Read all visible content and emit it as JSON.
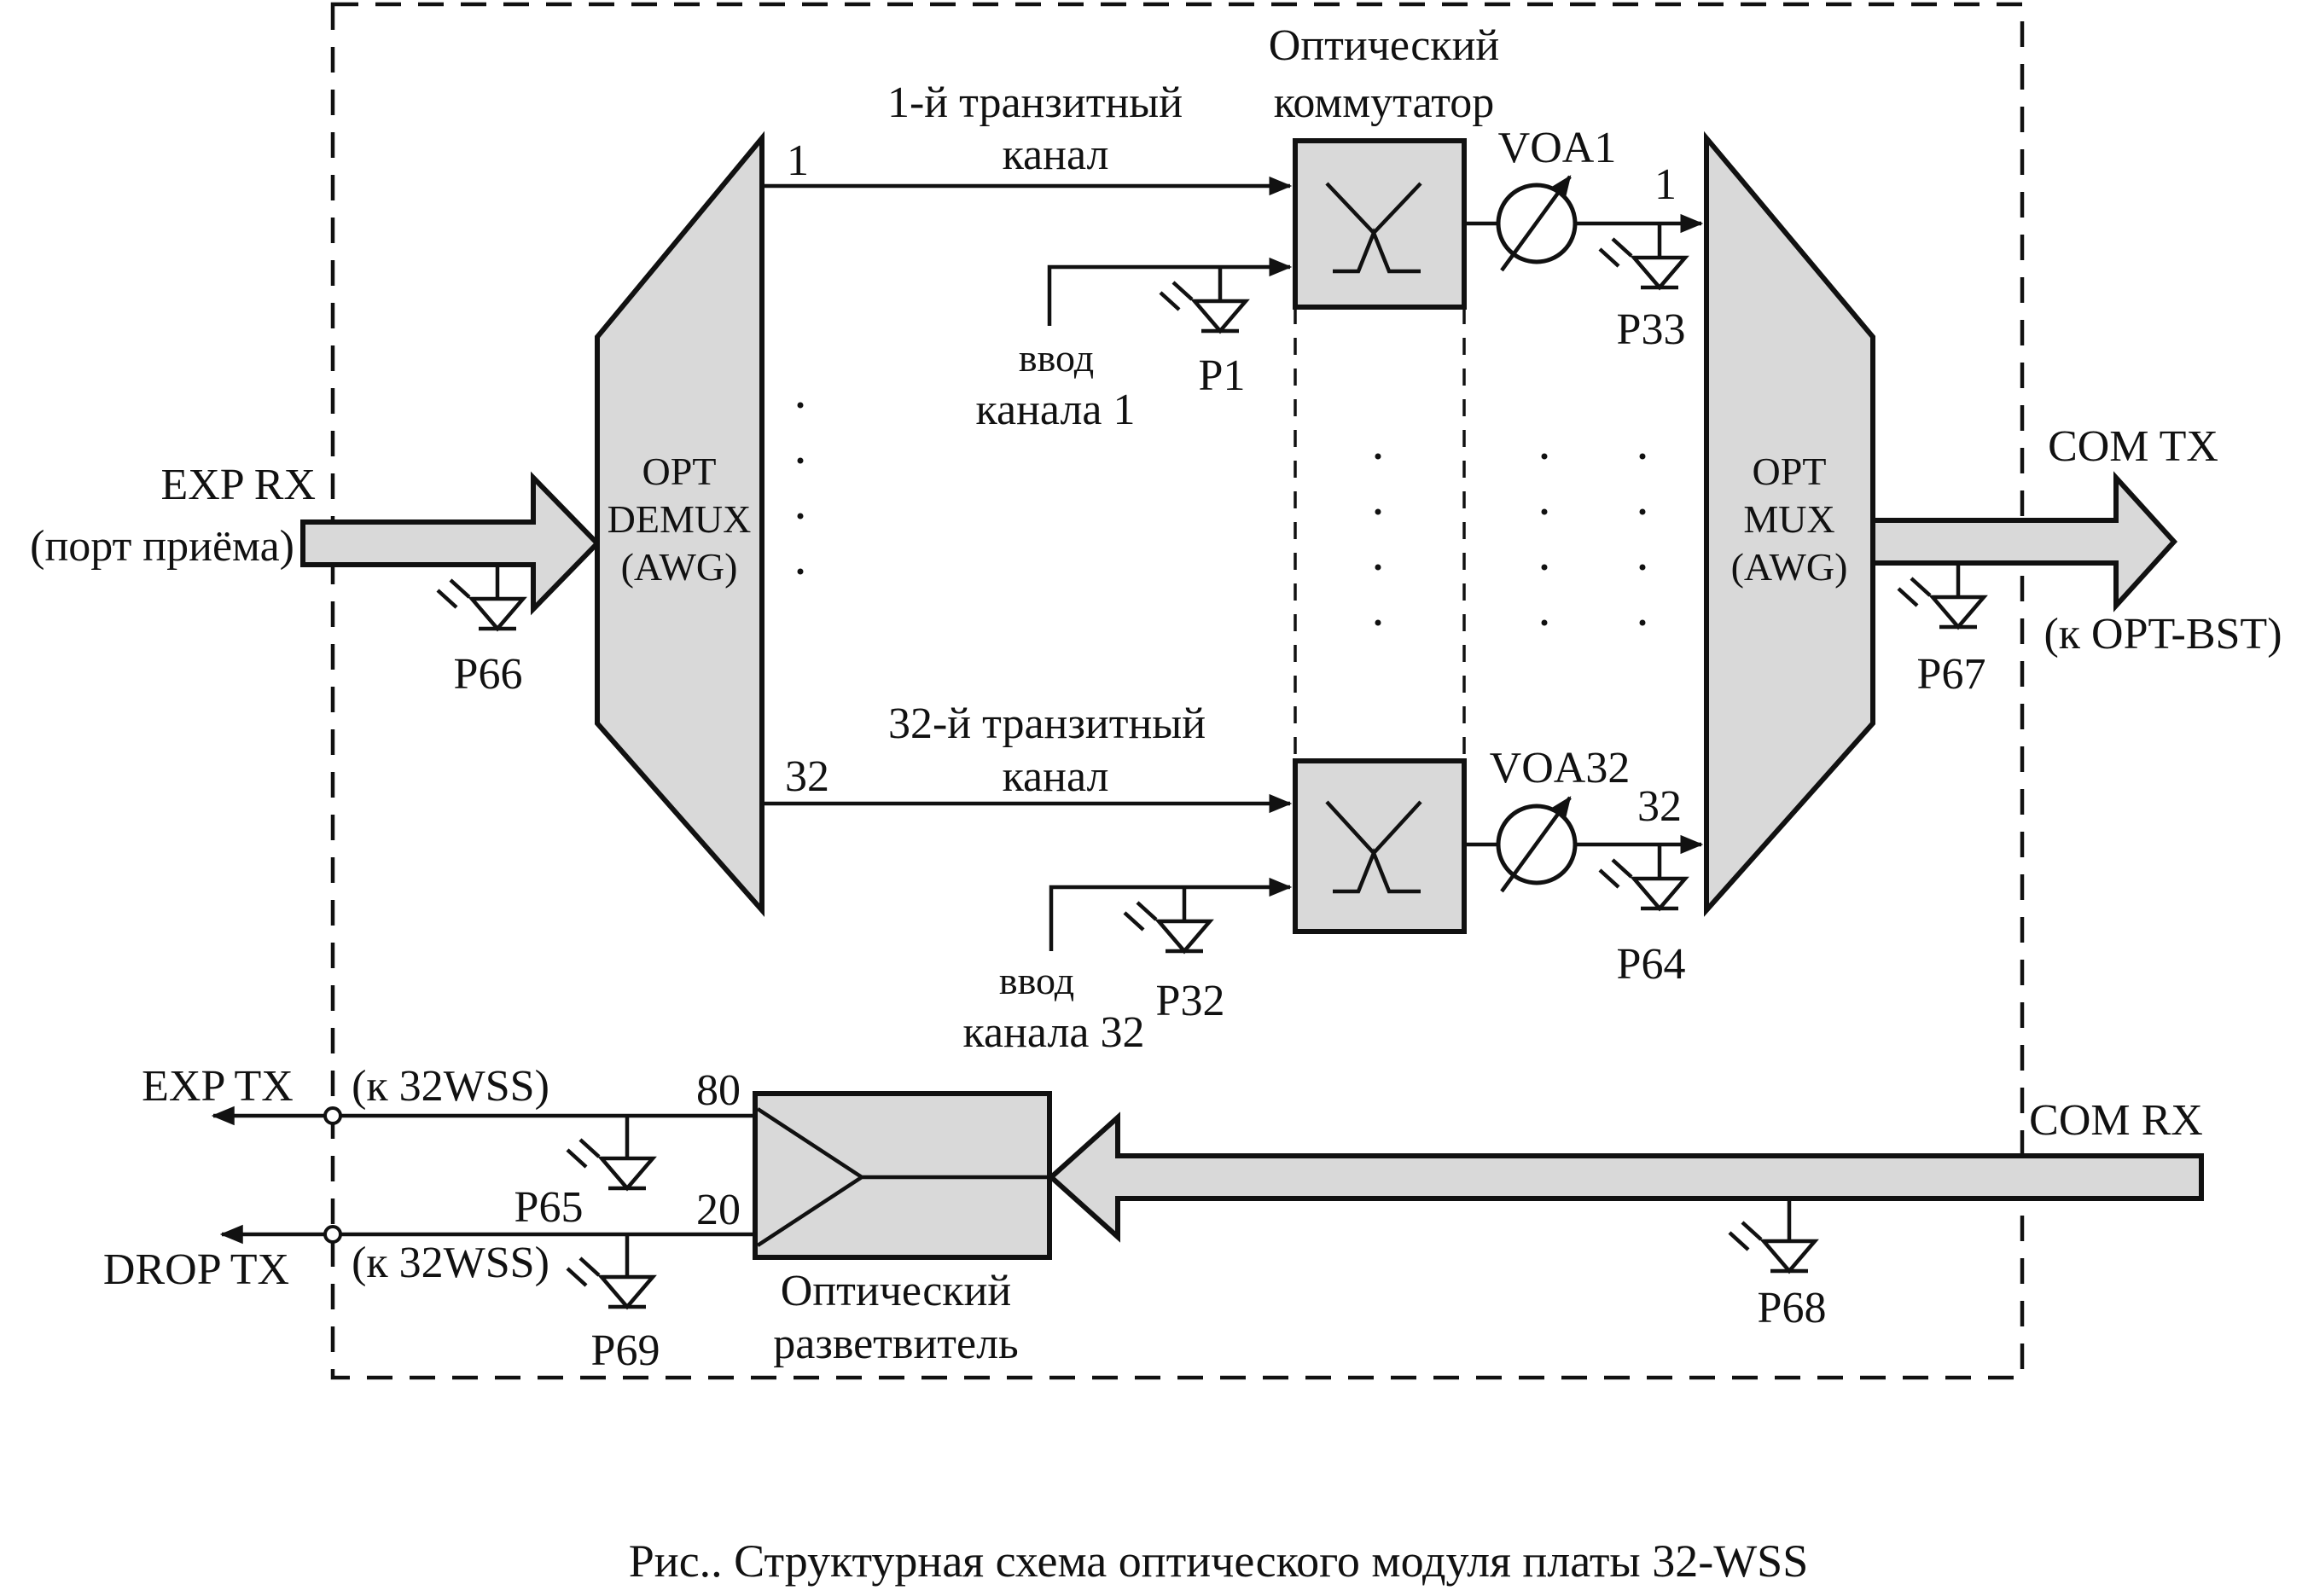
{
  "colors": {
    "block_fill": "#d9d9d9",
    "stroke": "#111111",
    "background": "#ffffff"
  },
  "demux": {
    "line1": "OPT",
    "line2": "DEMUX",
    "line3": "(AWG)"
  },
  "mux": {
    "line1": "OPT",
    "line2": "MUX",
    "line3": "(AWG)"
  },
  "switch_title": {
    "line1": "Оптический",
    "line2": "коммутатор"
  },
  "transit1": {
    "line1": "1-й транзитный",
    "line2": "канал",
    "port_out": "1",
    "port_in": "1"
  },
  "transit32": {
    "line1": "32-й транзитный",
    "line2": "канал",
    "port_out": "32",
    "port_in": "32"
  },
  "voa1": "VOA1",
  "voa32": "VOA32",
  "add1": {
    "line1": "ввод",
    "line2": "канала 1"
  },
  "add32": {
    "line1": "ввод",
    "line2": "канала 32"
  },
  "exp_rx": {
    "line1": "EXP RX",
    "line2": "(порт приёма)"
  },
  "com_tx": {
    "line1": "COM TX",
    "line2": "(к OPT-BST)"
  },
  "com_rx": "COM RX",
  "exp_tx": {
    "label": "EXP TX",
    "target": "(к 32WSS)",
    "ratio": "80"
  },
  "drop_tx": {
    "label": "DROP TX",
    "target": "(к 32WSS)",
    "ratio": "20"
  },
  "splitter": {
    "line1": "Оптический",
    "line2": "разветвитель"
  },
  "monitors": {
    "p1": "P1",
    "p32": "P32",
    "p33": "P33",
    "p64": "P64",
    "p65": "P65",
    "p66": "P66",
    "p67": "P67",
    "p68": "P68",
    "p69": "P69"
  },
  "caption": "Рис.. Структурная схема оптического модуля платы 32-WSS"
}
